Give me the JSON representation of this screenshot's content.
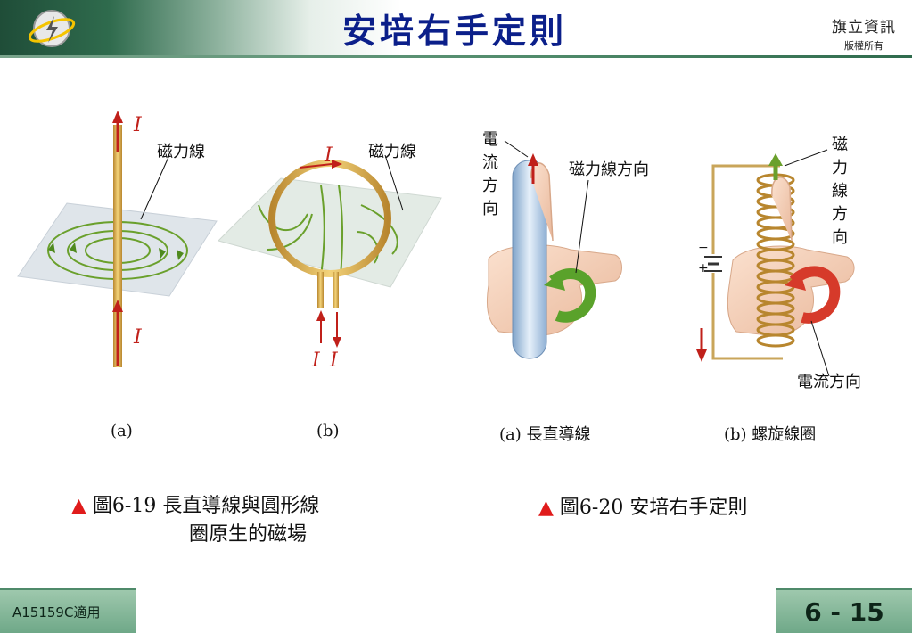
{
  "header": {
    "title": "安培右手定則",
    "publisher": "旗立資訊",
    "rights": "版權所有"
  },
  "left_figure": {
    "current_label": "I",
    "field_label_a": "磁力線",
    "field_label_b": "磁力線",
    "sub_a": "(a)",
    "sub_b": "(b)",
    "caption_marker": "▲",
    "caption_line1": "圖6-19 長直導線與圓形線",
    "caption_line2": "圈原生的磁場"
  },
  "right_figure": {
    "current_dir_vertical": "電流方向",
    "field_dir": "磁力線方向",
    "field_dir_vertical": "磁力線方向",
    "current_dir": "電流方向",
    "minus": "−",
    "plus": "+",
    "sub_a": "(a) 長直導線",
    "sub_b": "(b) 螺旋線圈",
    "caption_marker": "▲",
    "caption": "圖6-20  安培右手定則"
  },
  "footer": {
    "course_code": "A15159C適用",
    "page": "6 - 15"
  },
  "colors": {
    "title": "#0b1f8a",
    "field_line": "#6aa02c",
    "current": "#c0201a",
    "header_green": "#2f6b4d"
  }
}
